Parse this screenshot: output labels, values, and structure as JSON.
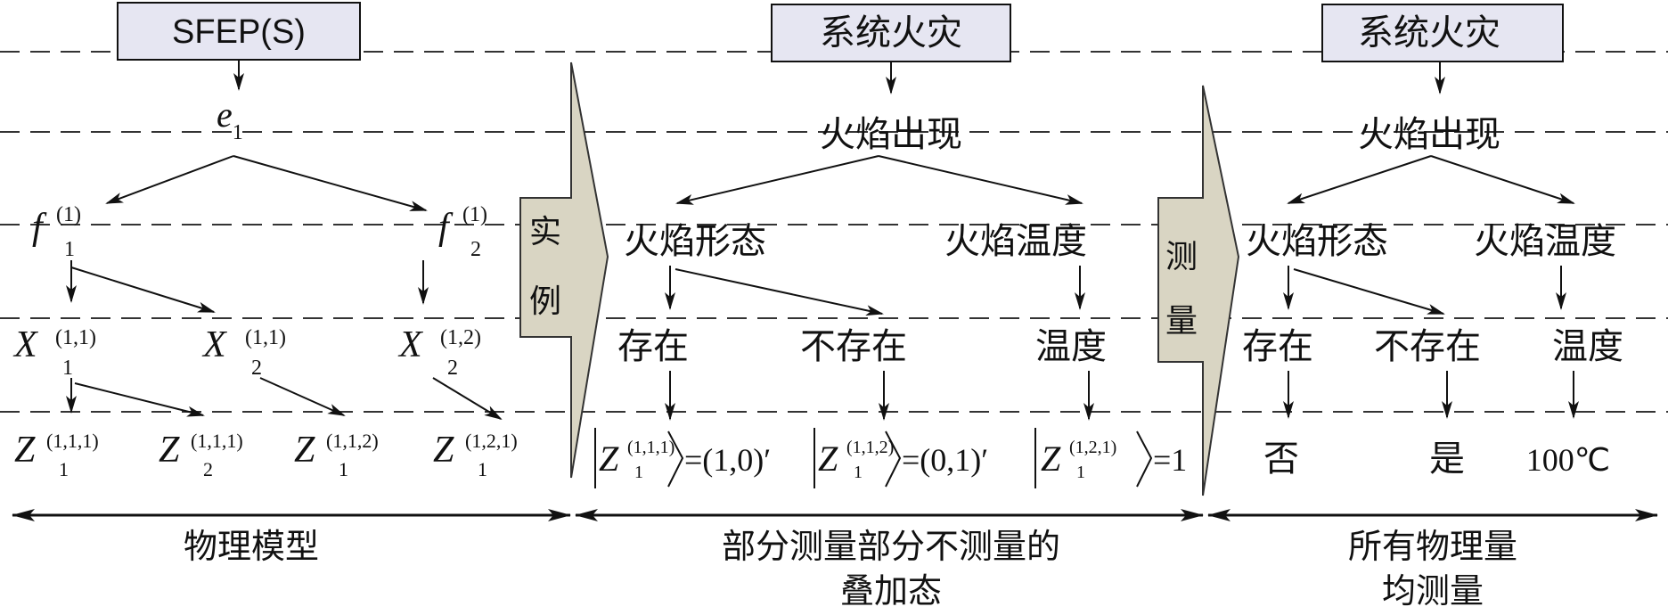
{
  "colors": {
    "box_fill": "#e6e6f2",
    "arrow_shape_fill": "#d9d5c3",
    "ink": "#111111",
    "dash": "#333333"
  },
  "physical_model": {
    "root": "SFEP(S)",
    "e": {
      "base": "e",
      "sub": "1"
    },
    "f1": {
      "base": "f",
      "sup": "(1)",
      "sub": "1"
    },
    "f2": {
      "base": "f",
      "sup": "(1)",
      "sub": "2"
    },
    "x1": {
      "base": "X",
      "sup": "(1,1)",
      "sub": "1"
    },
    "x2": {
      "base": "X",
      "sup": "(1,1)",
      "sub": "2"
    },
    "x3": {
      "base": "X",
      "sup": "(1,2)",
      "sub": "2"
    },
    "z1": {
      "base": "Z",
      "sup": "(1,1,1)",
      "sub": "1"
    },
    "z2": {
      "base": "Z",
      "sup": "(1,1,1)",
      "sub": "2"
    },
    "z3": {
      "base": "Z",
      "sup": "(1,1,2)",
      "sub": "1"
    },
    "z4": {
      "base": "Z",
      "sup": "(1,2,1)",
      "sub": "1"
    }
  },
  "instance_arrow": {
    "chars": [
      "实",
      "例"
    ]
  },
  "measure_arrow": {
    "chars": [
      "测",
      "量"
    ]
  },
  "partial": {
    "root": "系统火灾",
    "flame": "火焰出现",
    "shape": "火焰形态",
    "temp": "火焰温度",
    "exist": "存在",
    "notexist": "不存在",
    "temp_leaf": "温度",
    "ket1": {
      "base": "Z",
      "sup": "(1,1,1)",
      "sub": "1",
      "value": "=(1,0)′"
    },
    "ket2": {
      "base": "Z",
      "sup": "(1,1,2)",
      "sub": "1",
      "value": "=(0,1)′"
    },
    "ket3": {
      "base": "Z",
      "sup": "(1,2,1)",
      "sub": "1",
      "value": "=1"
    }
  },
  "full": {
    "root": "系统火灾",
    "flame": "火焰出现",
    "shape": "火焰形态",
    "temp": "火焰温度",
    "exist": "存在",
    "notexist": "不存在",
    "temp_leaf": "温度",
    "no": "否",
    "yes": "是",
    "temp_value": "100℃"
  },
  "bottom": {
    "label1": "物理模型",
    "label2_line1": "部分测量部分不测量的",
    "label2_line2": "叠加态",
    "label3_line1": "所有物理量",
    "label3_line2": "均测量"
  }
}
